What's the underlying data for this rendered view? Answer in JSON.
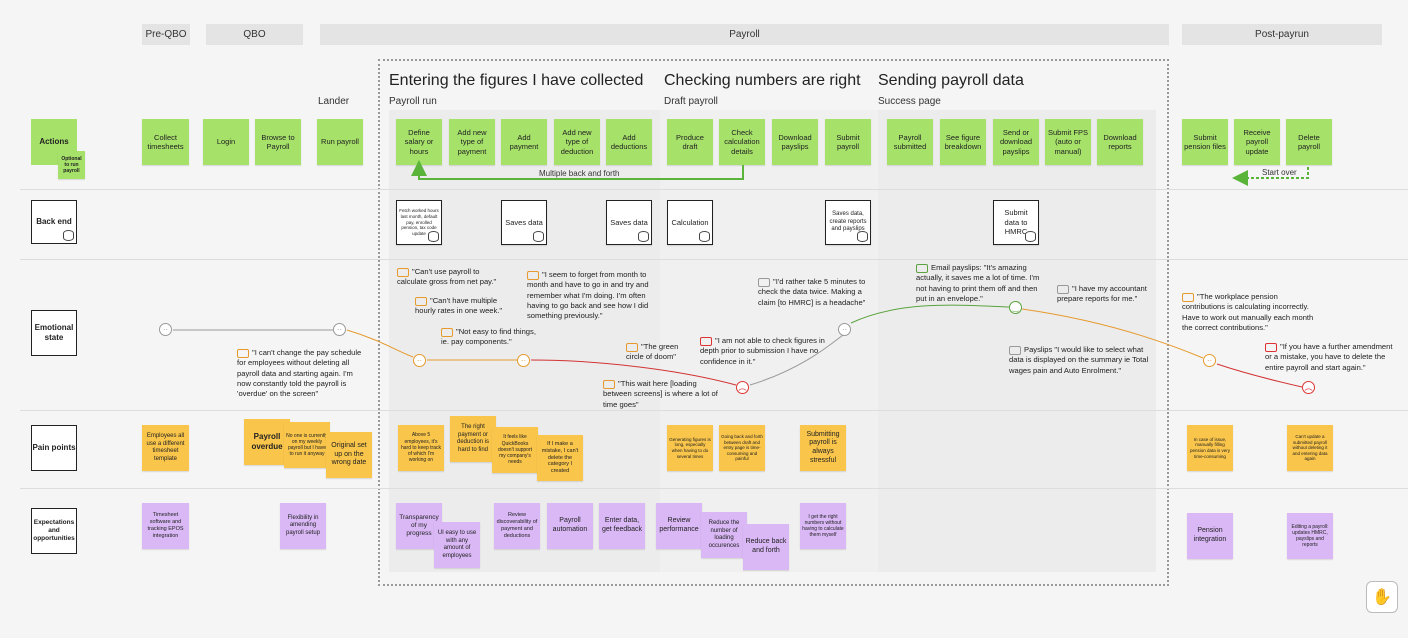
{
  "phases": [
    "Pre-QBO",
    "QBO",
    "Payroll",
    "Post-payrun"
  ],
  "sections": [
    {
      "title": "Entering the figures I have collected",
      "subtitle": "Payroll run"
    },
    {
      "title": "Checking numbers are right",
      "subtitle": "Draft payroll"
    },
    {
      "title": "Sending payroll data",
      "subtitle": "Success page"
    }
  ],
  "lander_label": "Lander",
  "lanes": [
    "Actions",
    "Back end",
    "Emotional state",
    "Pain points",
    "Expectations and opportunities"
  ],
  "actions": {
    "optional": "Optional to run payroll",
    "items": [
      "Collect timesheets",
      "Login",
      "Browse to Payroll",
      "Run payroll",
      "Define salary or hours",
      "Add new type of payment",
      "Add payment",
      "Add new type of deduction",
      "Add deductions",
      "Produce draft",
      "Check calculation details",
      "Download payslips",
      "Submit payroll",
      "Payroll submitted",
      "See figure breakdown",
      "Send or download payslips",
      "Submit FPS (auto or manual)",
      "Download reports",
      "Submit pension files",
      "Receive payroll update",
      "Delete payroll"
    ],
    "multiple_label": "Multiple back and forth",
    "start_over": "Start over"
  },
  "backend": [
    "Fetch worked hours last month, default pay, enrolled pension, tax code update",
    "Saves data",
    "Saves data",
    "Calculation",
    "Saves data, create reports and payslips",
    "Submit data to HMRC"
  ],
  "quotes": [
    "\"Can't use payroll to calculate gross from net pay.\"",
    "\"Can't have multiple hourly rates in one week.\"",
    "\"Not easy to find things, ie. pay components.\"",
    "\"I seem to forget from month to month and have to go in and try and remember what I'm doing. I'm often having to go back and see how I did something previously.\"",
    "\"The green circle of doom\"",
    "\"This wait here [loading between screens] is where a lot of time goes\"",
    "\"I am not able to check figures in depth prior to submission I have no confidence in it.\"",
    "\"I'd rather take 5 minutes to check the data twice. Making a claim [to HMRC] is a headache\"",
    "Email payslips: \"It's amazing actually, it saves me a lot of time. I'm not having to print them off and then put in an envelope.\"",
    "\"I have my accountant prepare reports for me.\"",
    "Payslips \"I would like to select what data is displayed on the summary ie Total wages pain and Auto Enrolment.\"",
    "\"The workplace pension contributions is calculating incorrectly. Have to work out manually each month the correct contributions.\"",
    "\"If you have a further amendment or a mistake, you have to delete the entire payroll and start again.\"",
    "\"I can't change the pay schedule for employees without deleting all payroll data and starting again. I'm now constantly told the payroll is 'overdue' on the screen\""
  ],
  "faces": {
    "neutral": "··",
    "sad": "︵",
    "happy": "‿"
  },
  "pain": [
    "Employees all use a different timesheet template",
    "Payroll overdue",
    "No one is currently on my weekly payroll but I have to run it anyway",
    "Original set up on the wrong date",
    "Above 5 employees, it's hard to keep track of which I'm working on",
    "The right payment or deduction is hard to find",
    "It feels like QuickBooks doesn't support my company's needs",
    "If I make a mistake, I can't delete the category I created",
    "Generating figures is long, especially when having to do several times",
    "Going back and forth between draft and entry page is time-consuming and painful",
    "Submitting payroll is always stressful",
    "In case of issue, manually filling pension data is very time-consuming",
    "Can't update a submitted payroll without deleting it and entering data again"
  ],
  "expect": [
    "Timesheet software and tracking EPOS integration",
    "Flexibility in amending payroll setup",
    "Transparency of my progress",
    "UI easy to use with any amount of employees",
    "Review discoverability of payment and deductions",
    "Payroll automation",
    "Enter data, get feedback",
    "Review performance",
    "Reduce the number of loading occurences",
    "Reduce back and forth",
    "I get the right numbers without having to calculate them myself",
    "Pension integration",
    "Editing a payroll: updates HMRC, payslips and reports"
  ],
  "colors": {
    "green": "#a6e26a",
    "orange": "#f9c54b",
    "purple": "#d9b8f5",
    "arrow": "#5ab43a",
    "red": "#d33333",
    "orange_line": "#e69a2e"
  },
  "hand_icon": "hand-icon"
}
